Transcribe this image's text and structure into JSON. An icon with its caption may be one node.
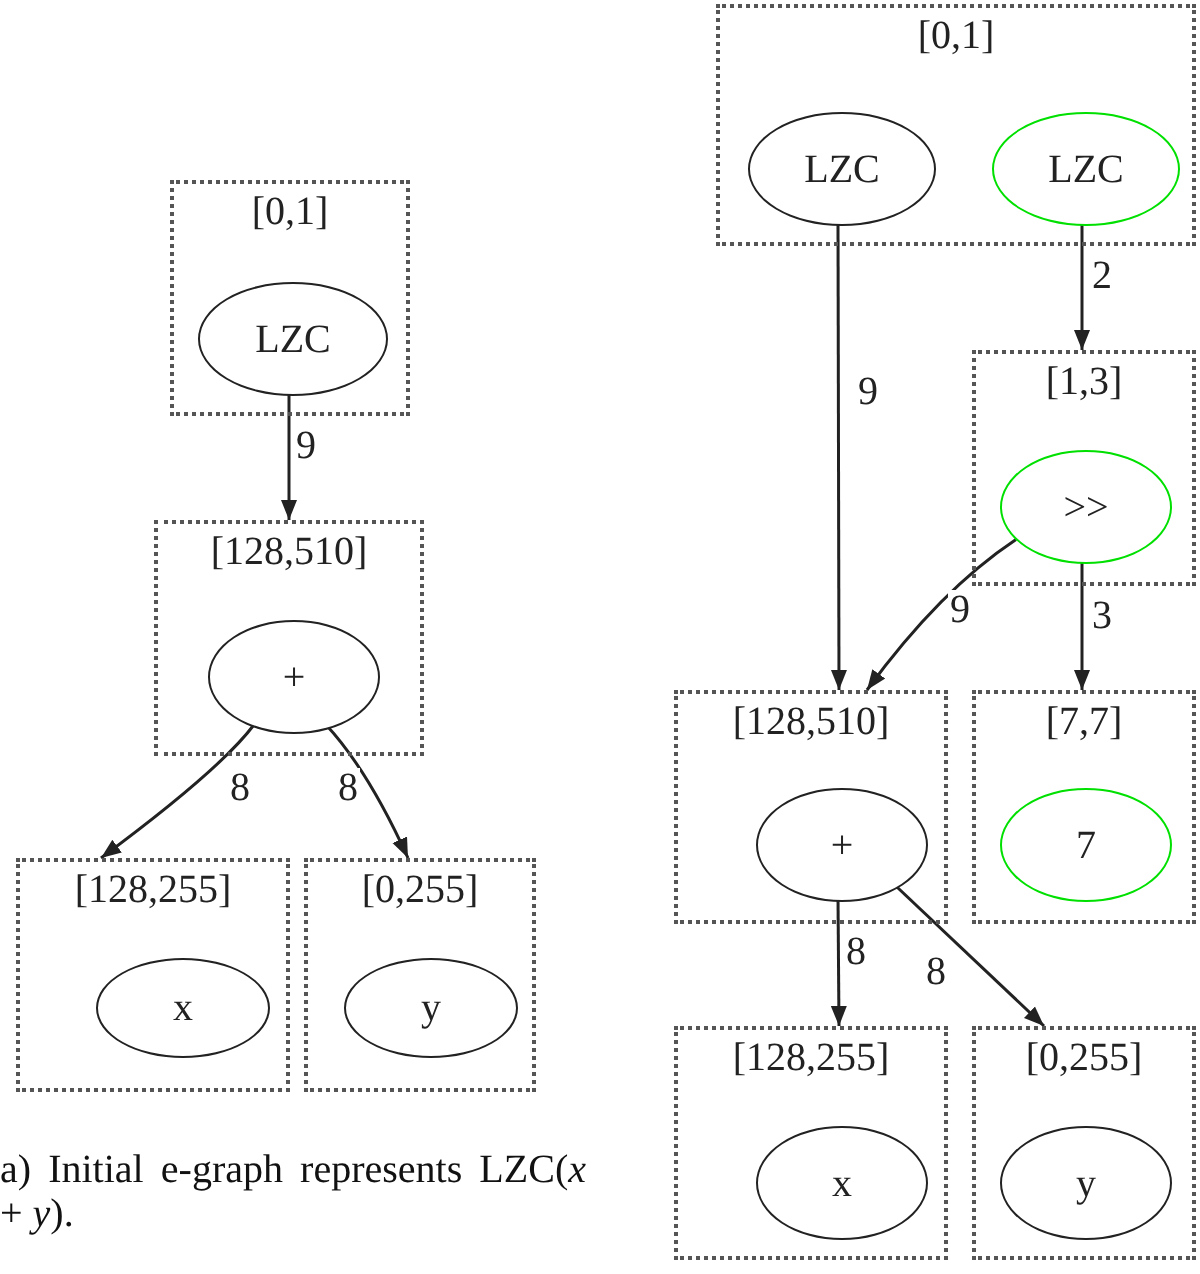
{
  "diagram": {
    "caption": "a) Initial e-graph represents LZC(*x* + *y*).",
    "nodes": [
      {
        "text": [
          "[0,1]"
        ]
      },
      {
        "text": [
          "LZC"
        ],
        "in": 0
      },
      {
        "text": [
          "[128,510]"
        ]
      },
      {
        "text": [
          "+"
        ],
        "in": 2
      },
      {
        "text": [
          "[128,255]"
        ]
      },
      {
        "text": [
          "x"
        ],
        "in": 4
      },
      {
        "text": [
          "[0,255]"
        ]
      },
      {
        "text": [
          "y"
        ],
        "in": 6
      },
      {
        "text": [
          "[0,1]"
        ]
      },
      {
        "text": [
          "LZC"
        ],
        "in": 8
      },
      {
        "text": [
          "LZC"
        ],
        "in": 8
      },
      {
        "text": [
          "[1,3]"
        ]
      },
      {
        "text": [
          ">>"
        ],
        "in": 11
      },
      {
        "text": [
          "[128,510]"
        ]
      },
      {
        "text": [
          "+"
        ],
        "in": 13
      },
      {
        "text": [
          "[7,7]"
        ]
      },
      {
        "text": [
          "7"
        ],
        "in": 15
      },
      {
        "text": [
          "[128,255]"
        ]
      },
      {
        "text": [
          "x"
        ],
        "in": 17
      },
      {
        "text": [
          "[0,255]"
        ]
      },
      {
        "text": [
          "y"
        ],
        "in": 19
      }
    ],
    "edges": [
      {
        "from": 1,
        "to": 2,
        "arrow": "to",
        "label": "9"
      },
      {
        "from": 3,
        "to": 4,
        "arrow": "to",
        "label": "8"
      },
      {
        "from": 3,
        "to": 6,
        "arrow": "to",
        "label": "8"
      },
      {
        "from": 9,
        "to": 13,
        "arrow": "to",
        "label": "9"
      },
      {
        "from": 10,
        "to": 11,
        "arrow": "to",
        "label": "2"
      },
      {
        "from": 12,
        "to": 13,
        "arrow": "to",
        "label": "9"
      },
      {
        "from": 12,
        "to": 15,
        "arrow": "to",
        "label": "3"
      },
      {
        "from": 14,
        "to": 17,
        "arrow": "to",
        "label": "8"
      },
      {
        "from": 14,
        "to": 19,
        "arrow": "to",
        "label": "8"
      }
    ]
  }
}
